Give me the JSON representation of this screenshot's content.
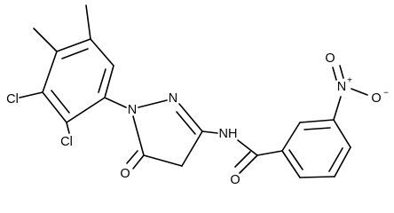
{
  "structure": {
    "atoms": {
      "cl1": "Cl",
      "cl2": "Cl",
      "n_ring1": "N",
      "n_ring2": "N",
      "o_ketone": "O",
      "nh": "NH",
      "o_amide": "O",
      "n_nitro": "N",
      "n_nitro_charge": "+",
      "o_nitro_top": "O",
      "o_nitro_right": "O",
      "o_nitro_charge": "−"
    }
  }
}
